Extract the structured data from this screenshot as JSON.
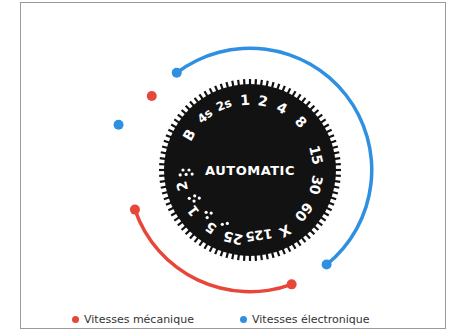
{
  "diagram": {
    "nodes": [
      {
        "text": [
          "AUTOMATIC"
        ]
      }
    ],
    "labels": [
      "B",
      "4s",
      "2s",
      "1",
      "2",
      "4",
      "8",
      "15",
      "30",
      "60",
      "X",
      "125",
      "25",
      "5",
      "1",
      "2"
    ],
    "legend": [
      {
        "text": "Vitesses mécanique",
        "color": "#e8463a"
      },
      {
        "text": "Vitesses électronique",
        "color": "#2f8fe0"
      }
    ]
  }
}
